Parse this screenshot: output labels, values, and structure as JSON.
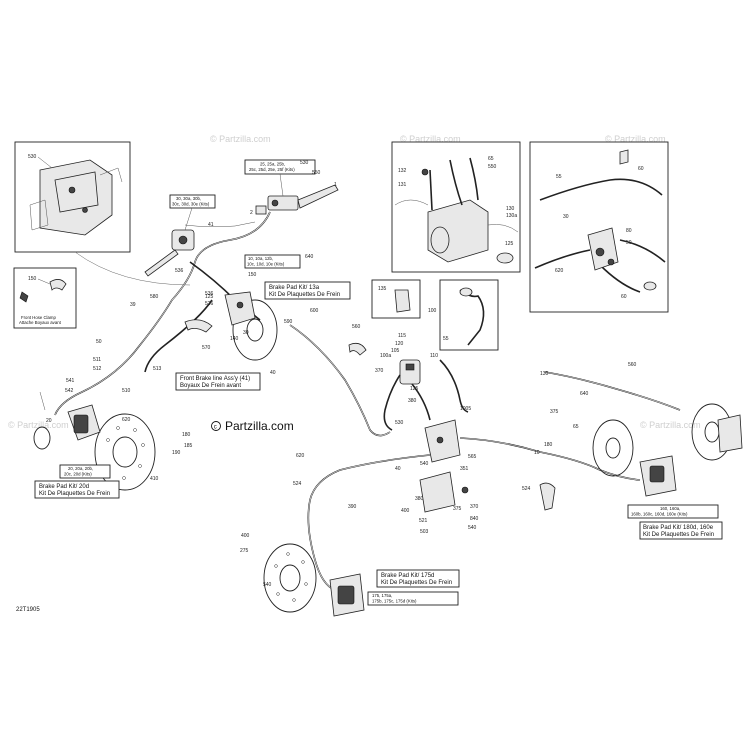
{
  "watermarks": {
    "top_left": "© Partzilla.com",
    "top_mid": "© Partzilla.com",
    "top_right": "© Partzilla.com",
    "center": "Partzilla.com",
    "left_mid": "© Partzilla.com",
    "right_mid": "© Partzilla.com"
  },
  "reference_code": "22T1905",
  "boxes": {
    "front_hose_clamp": {
      "line1": "Front Hose Clamp",
      "line2": "Attache Boyaux avant"
    },
    "brake_pad_13a": {
      "line1": "Brake Pad Kit/ 13a",
      "line2": "Kit De Plaquettes De Frein"
    },
    "front_brake_line": {
      "line1": "Front Brake line Ass'y (41)",
      "line2": "Boyaux De Frein avant"
    },
    "brake_pad_20d": {
      "line1": "Brake Pad Kit/ 20d",
      "line2": "Kit De Plaquettes De Frein"
    },
    "brake_pad_175d": {
      "line1": "Brake Pad Kit/ 175d",
      "line2": "Kit De Plaquettes De Frein"
    },
    "brake_pad_180d": {
      "line1": "Brake Pad Kit/ 180d, 160e",
      "line2": "Kit De Plaquettes De Frein"
    }
  },
  "kit_labels": {
    "k20": {
      "line1": "20, 20a, 20b,",
      "line2": "20c, 20d (Kits)"
    },
    "k25": {
      "line1": "25, 25a, 25b,",
      "line2": "25c, 25d, 25e, 25f (Kits)"
    },
    "k30": {
      "line1": "30, 30a, 30b,",
      "line2": "30c, 30d, 30e (Kits)"
    },
    "k10": {
      "line1": "10, 10a, 12b,",
      "line2": "10c, 10d, 10e (Kits)"
    },
    "k175": {
      "line1": "175, 175a,",
      "line2": "175b, 175c, 175d (Kits)"
    },
    "k160": {
      "line1": "160, 160a,",
      "line2": "160b, 160c, 160d, 160e (Kits)"
    }
  },
  "callouts": [
    "530",
    "550",
    "1",
    "2",
    "150",
    "41",
    "536",
    "536",
    "526",
    "640",
    "39",
    "125",
    "580",
    "50",
    "511",
    "512",
    "513",
    "541",
    "542",
    "510",
    "570",
    "20",
    "140",
    "30",
    "590",
    "600",
    "40",
    "115",
    "120",
    "105",
    "100a",
    "110",
    "125",
    "370",
    "380",
    "1005",
    "560",
    "524",
    "620",
    "530",
    "40",
    "390",
    "540",
    "565",
    "351",
    "380",
    "400",
    "375",
    "840",
    "540",
    "10",
    "370",
    "521",
    "503",
    "524",
    "400",
    "275",
    "540",
    "410",
    "190",
    "185",
    "180",
    "620",
    "560",
    "640",
    "375",
    "180",
    "65",
    "130",
    "130a",
    "132",
    "131",
    "125",
    "135",
    "55",
    "60",
    "80",
    "620",
    "50",
    "60",
    "30",
    "100",
    "55",
    "400",
    "524",
    "45",
    "5",
    "40",
    "130",
    "550"
  ]
}
